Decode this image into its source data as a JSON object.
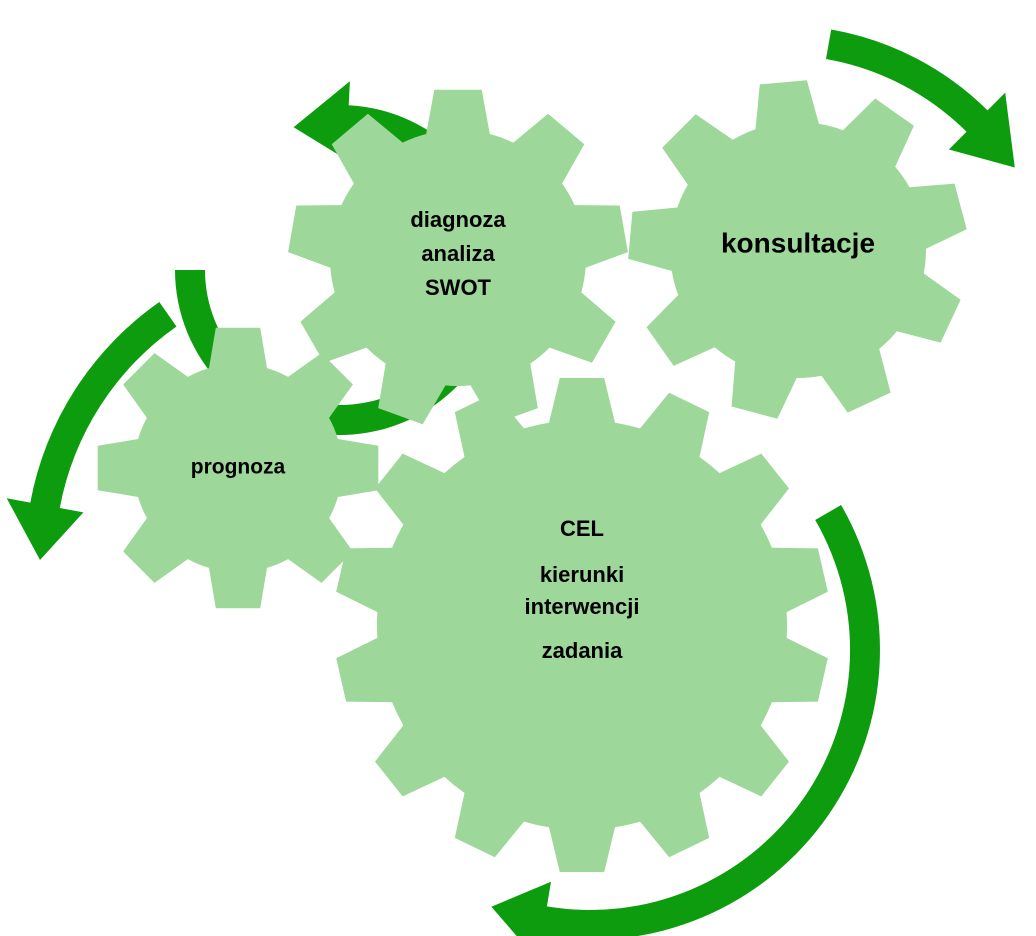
{
  "colors": {
    "gear_fill": "#9dd79a",
    "arrow_fill": "#0e9c0f",
    "text": "#000000",
    "background": "#ffffff"
  },
  "gears": {
    "diagnoza": {
      "lines": [
        "diagnoza",
        "analiza",
        "SWOT"
      ]
    },
    "konsultacje": {
      "lines": [
        "konsultacje"
      ]
    },
    "prognoza": {
      "lines": [
        "prognoza"
      ]
    },
    "cel": {
      "lines": [
        "CEL",
        "kierunki",
        "interwencji",
        "zadania"
      ]
    }
  },
  "arrows": [
    {
      "name": "arrow-top-right",
      "direction": "clockwise"
    },
    {
      "name": "arrow-top-left",
      "direction": "up"
    },
    {
      "name": "arrow-left",
      "direction": "down"
    },
    {
      "name": "arrow-bottom-right",
      "direction": "counterclockwise-to-left"
    }
  ]
}
